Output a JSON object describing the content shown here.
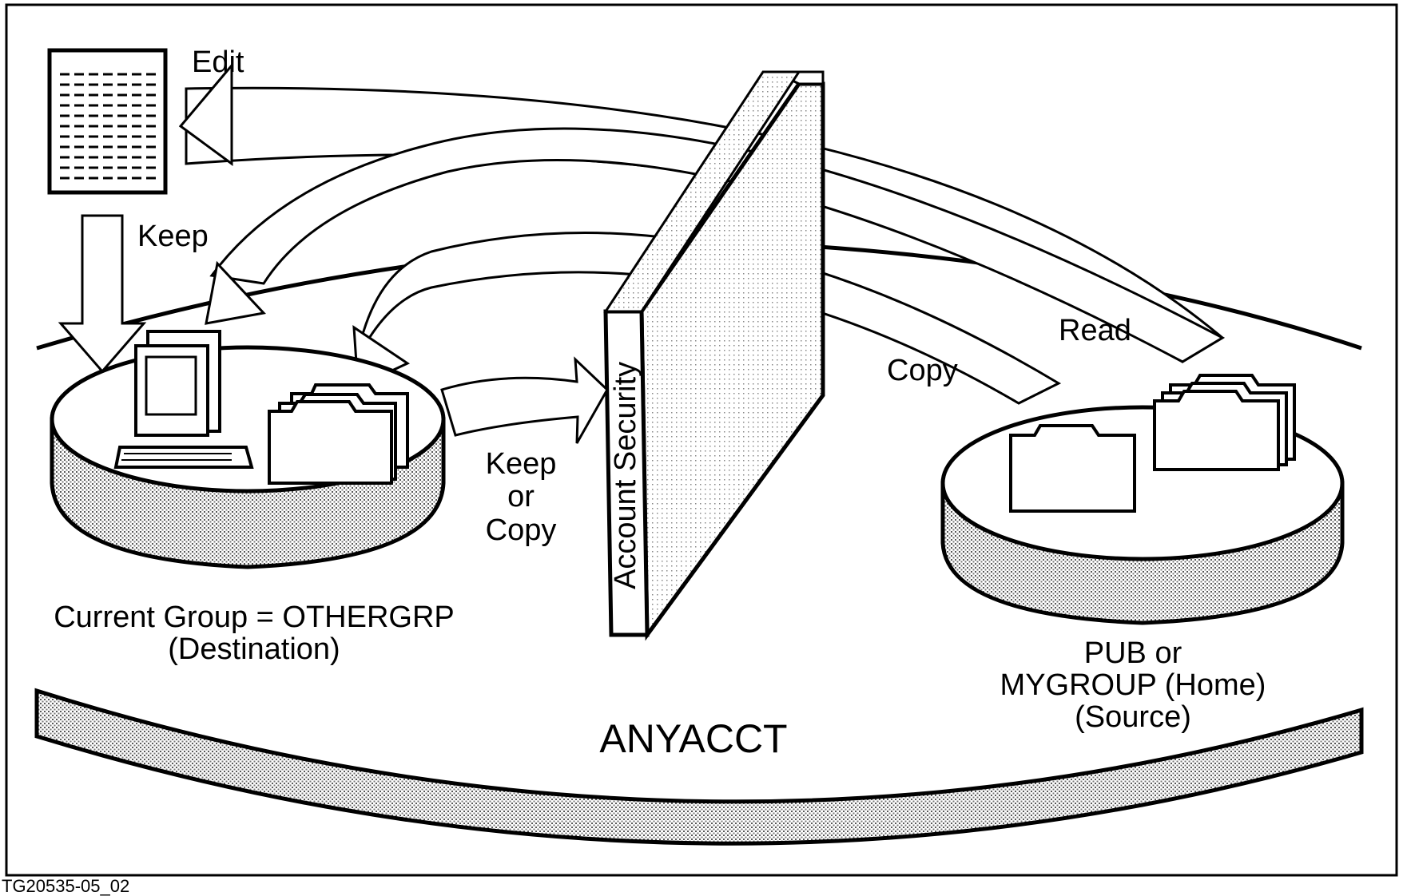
{
  "labels": {
    "edit": "Edit",
    "keep": "Keep",
    "read": "Read",
    "copy": "Copy",
    "keep_or_copy": [
      "Keep",
      "or",
      "Copy"
    ],
    "account_security": "Account Security",
    "current_group": "Current Group = OTHERGRP",
    "destination": "(Destination)",
    "pub_or": "PUB or",
    "mygroup_home": "MYGROUP (Home)",
    "source": "(Source)",
    "account": "ANYACCT",
    "figure_id": "TG20535-05_02"
  }
}
